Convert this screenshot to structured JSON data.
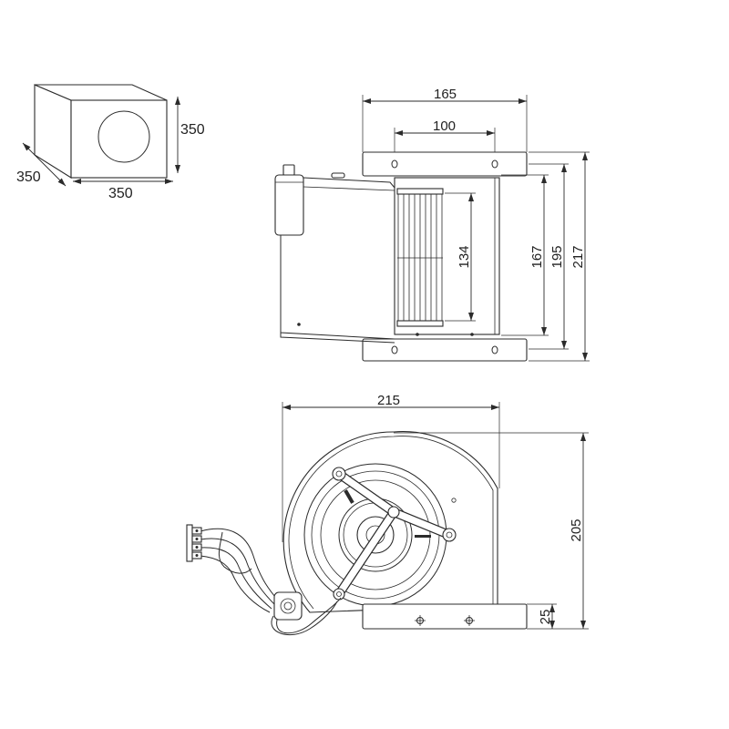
{
  "isometric_box": {
    "height": "350",
    "width": "350",
    "depth": "350"
  },
  "side_view": {
    "overall_width": "165",
    "hole_spacing": "100",
    "impeller_height": "134",
    "inner_height": "167",
    "hole_height": "195",
    "overall_height": "217"
  },
  "front_view": {
    "overall_width": "215",
    "overall_height": "205",
    "flange_height": "25"
  }
}
